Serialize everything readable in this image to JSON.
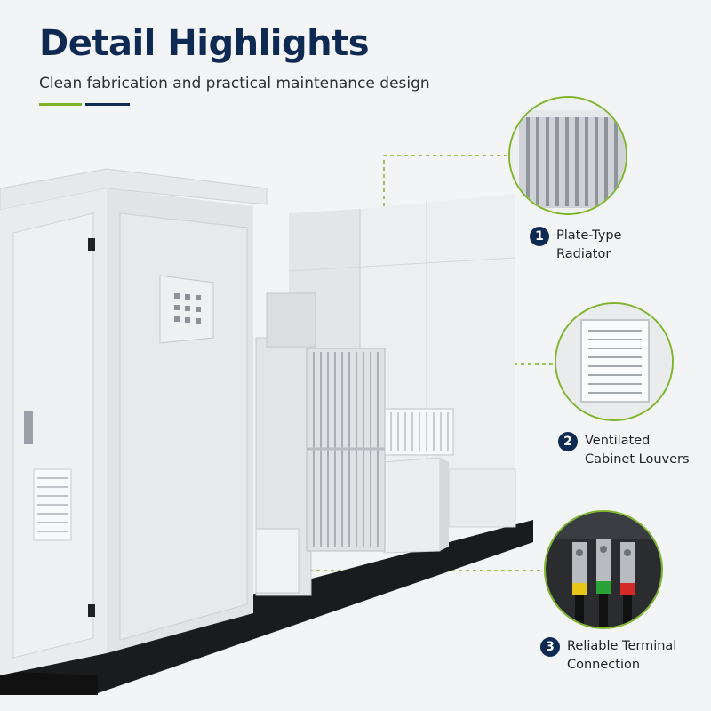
{
  "header": {
    "title": "Detail Highlights",
    "subtitle": "Clean fabrication and practical maintenance design"
  },
  "callouts": [
    {
      "number": "1",
      "line1": "Plate-Type",
      "line2": "Radiator",
      "icon": "radiator-fins"
    },
    {
      "number": "2",
      "line1": "Ventilated",
      "line2": "Cabinet Louvers",
      "icon": "louver-vent"
    },
    {
      "number": "3",
      "line1": "Reliable Terminal",
      "line2": "Connection",
      "icon": "terminal-bars"
    }
  ],
  "colors": {
    "navy": "#0e2a52",
    "green": "#7fb52b",
    "background": "#f3f4f5"
  }
}
